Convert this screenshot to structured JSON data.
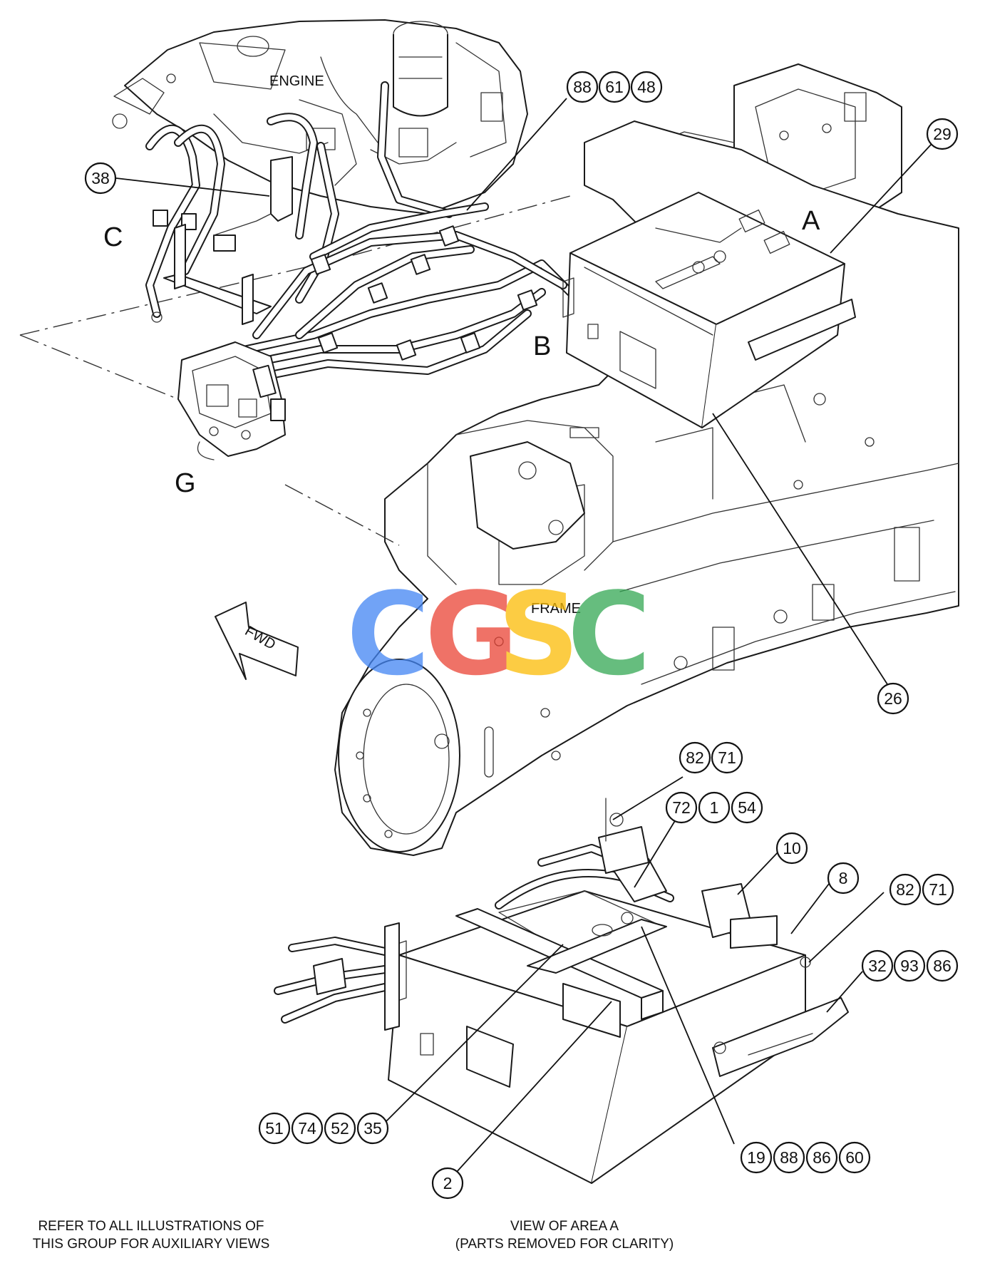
{
  "labels": {
    "engine": "ENGINE",
    "frame": "FRAME",
    "forward": "FWD"
  },
  "zones": {
    "a": "A",
    "b": "B",
    "c": "C",
    "g": "G"
  },
  "watermark": {
    "letters": [
      "C",
      "G",
      "S",
      "C"
    ],
    "colors": [
      "#4285f4",
      "#ea4335",
      "#fbbc05",
      "#34a853"
    ]
  },
  "callouts": {
    "c38": [
      "38"
    ],
    "c88_61_48": [
      "88",
      "61",
      "48"
    ],
    "c29": [
      "29"
    ],
    "c26": [
      "26"
    ],
    "c82_71_top": [
      "82",
      "71"
    ],
    "c72_1_54": [
      "72",
      "1",
      "54"
    ],
    "c10": [
      "10"
    ],
    "c8": [
      "8"
    ],
    "c82_71_right": [
      "82",
      "71"
    ],
    "c32_93_86": [
      "32",
      "93",
      "86"
    ],
    "c51_74_52_35": [
      "51",
      "74",
      "52",
      "35"
    ],
    "c2": [
      "2"
    ],
    "c19_88_86_60": [
      "19",
      "88",
      "86",
      "60"
    ]
  },
  "captions": {
    "left_line1": "REFER TO ALL ILLUSTRATIONS OF",
    "left_line2": "THIS GROUP FOR AUXILIARY VIEWS",
    "right_line1": "VIEW OF AREA A",
    "right_line2": "(PARTS REMOVED FOR CLARITY)"
  }
}
